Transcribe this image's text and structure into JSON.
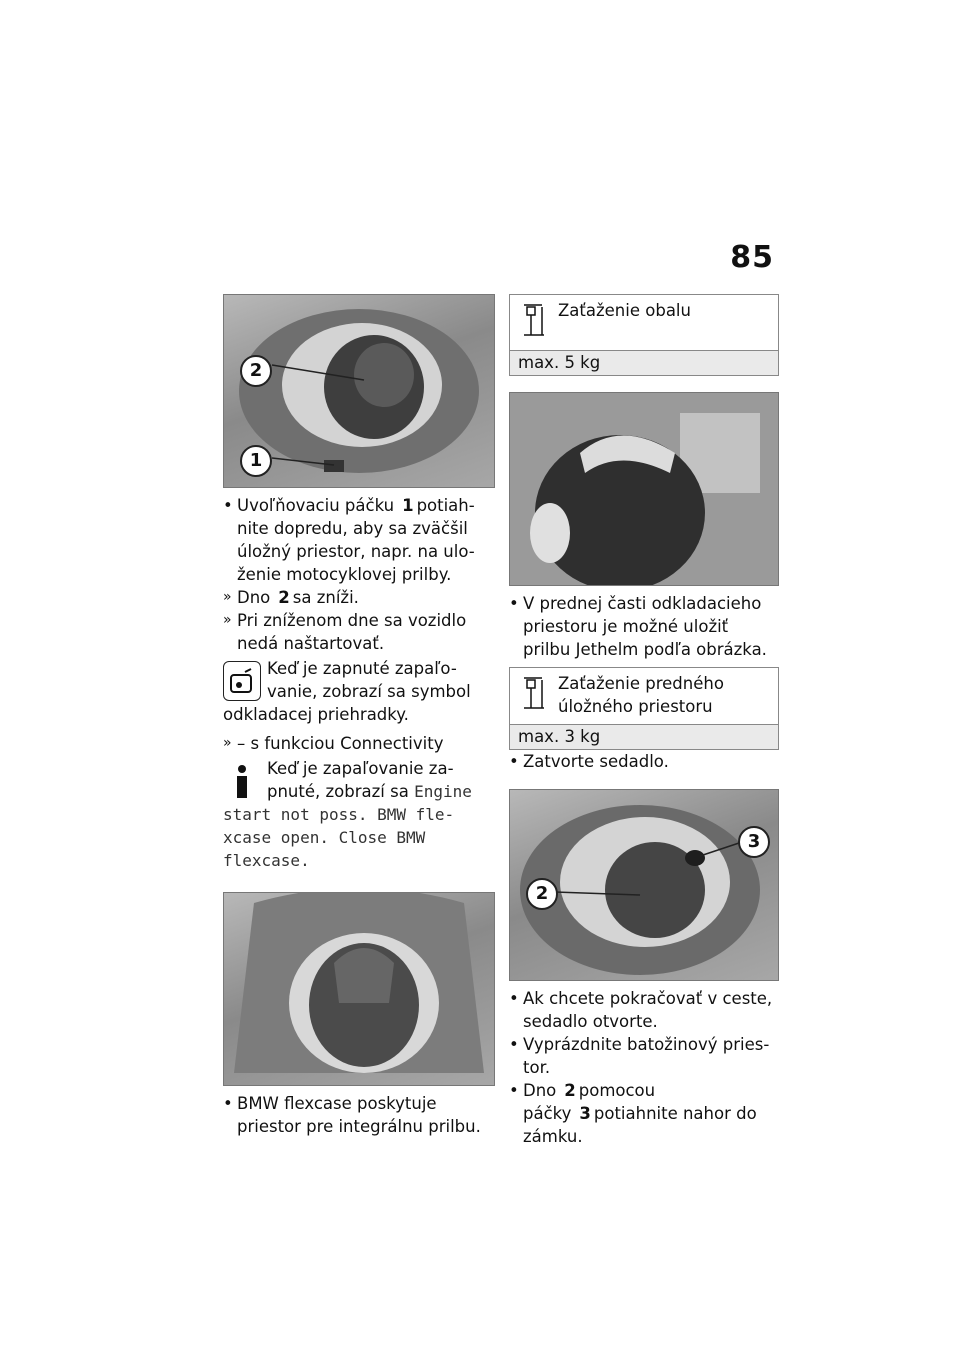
{
  "page": {
    "number": "85"
  },
  "left": {
    "figure1": {
      "callouts": [
        "2",
        "1"
      ]
    },
    "step1": {
      "pre": "Uvoľňovaciu páčku",
      "ref": "1",
      "post": "potiah-nite dopredu, aby sa zväčšil úložný priestor, napr. na ulo-ženie motocyklovej prilby."
    },
    "result1": {
      "pre": "Dno",
      "ref": "2",
      "post": "sa zníži."
    },
    "result2": {
      "text": "Pri zníženom dne sa vozidlo nedá naštartovať."
    },
    "note1": {
      "text": "Keď je zapnuté zapaľo-vanie, zobrazí sa symbol odkladacej priehradky."
    },
    "result3": {
      "text": "– s funkciou Connectivity"
    },
    "note2": {
      "pre": "Keď je zapaľovanie za-pnuté, zobrazí sa",
      "mono": "Engine start not poss. BMW fle-xcase open. Close BMW flexcase."
    },
    "step2": {
      "text": "BMW flexcase poskytuje priestor pre integrálnu prilbu."
    }
  },
  "right": {
    "spec1": {
      "label": "Zaťaženie obalu",
      "value": "max. 5 kg"
    },
    "step3": {
      "text": "V prednej časti odkladacieho priestoru je možné uložiť prilbu Jethelm podľa obrázka."
    },
    "spec2": {
      "label": "Zaťaženie predného úložného priestoru",
      "value": "max. 3 kg"
    },
    "step4": {
      "text": "Zatvorte sedadlo."
    },
    "figure4": {
      "callouts": [
        "3",
        "2"
      ]
    },
    "step5": {
      "text": "Ak chcete pokračovať v ceste, sedadlo otvorte."
    },
    "step6": {
      "text": "Vyprázdnite batožinový pries-tor."
    },
    "step7": {
      "pre": "Dno",
      "ref2": "2",
      "mid": "pomocou páčky",
      "ref3": "3",
      "post": "potiahnite nahor do zámku."
    }
  },
  "icons": {
    "note1": "storage-compartment-icon",
    "note2": "info-icon",
    "spec": "weight-load-icon"
  }
}
